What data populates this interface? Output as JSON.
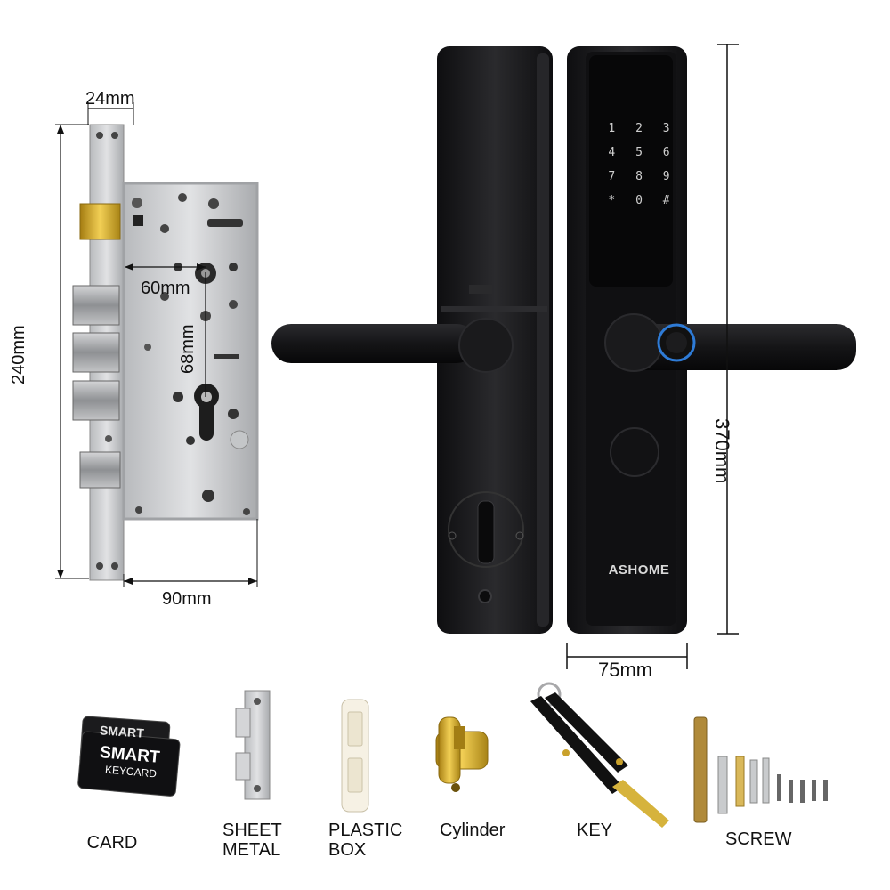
{
  "brand": "ASHOME",
  "mortise_dimensions": {
    "width_top": "24mm",
    "height": "240mm",
    "backset": "60mm",
    "center": "68mm",
    "depth": "90mm"
  },
  "lock_dimensions": {
    "height": "370mm",
    "width": "75mm"
  },
  "keypad": [
    "1",
    "2",
    "3",
    "4",
    "5",
    "6",
    "7",
    "8",
    "9",
    "*",
    "0",
    "#"
  ],
  "card_text": {
    "top": "SMART",
    "main": "SMART",
    "sub": "KEYCARD"
  },
  "accessories": [
    {
      "label": "CARD"
    },
    {
      "label": "SHEET\nMETAL"
    },
    {
      "label": "PLASTIC\nBOX"
    },
    {
      "label": "Cylinder"
    },
    {
      "label": "KEY"
    },
    {
      "label": "SCREW"
    }
  ],
  "colors": {
    "lock_body": "#1a1a1c",
    "steel": "#c9cbcd",
    "brass": "#c9a12b",
    "fingerprint_ring": "#2e7bd6"
  }
}
